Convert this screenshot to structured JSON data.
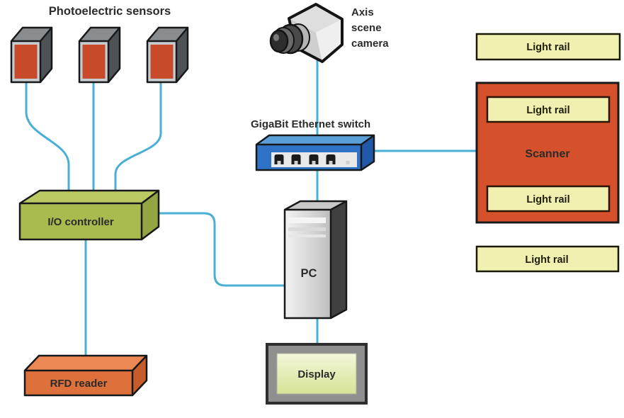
{
  "title": "Photoelectric sensors",
  "camera": {
    "line1": "Axis",
    "line2": "scene",
    "line3": "camera"
  },
  "ethernet_switch": {
    "label": "GigaBit Ethernet switch",
    "port_count": 5
  },
  "io_controller": {
    "label": "I/O controller"
  },
  "rfd_reader": {
    "label": "RFD reader"
  },
  "pc": {
    "label": "PC"
  },
  "display": {
    "label": "Display"
  },
  "scanner": {
    "label": "Scanner"
  },
  "light_rails": {
    "top": "Light rail",
    "scanner_top": "Light rail",
    "scanner_bottom": "Light rail",
    "bottom": "Light rail"
  },
  "colors": {
    "connector": "#49AFD6",
    "outline": "#1A1A1A",
    "sensor_front": "#C74A2B",
    "controller_front": "#A9BA4E",
    "switch_front": "#2E73C5",
    "switch_top": "#5B9FD8",
    "scanner_fill": "#D4512B",
    "light_rail_fill": "#F0F0B0",
    "rfd_front": "#DE703C",
    "pc_side": "#404040",
    "display_screen": "#E4ECAE",
    "label_text": "#2B2B2B",
    "scanner_text": "#FFFFFF"
  }
}
